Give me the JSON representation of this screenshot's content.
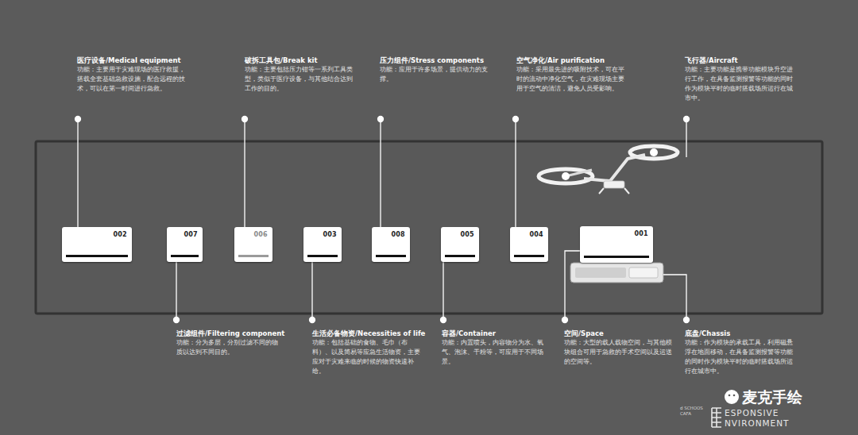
{
  "diagram": {
    "nodes": [
      {
        "text": [
          "002"
        ]
      },
      {
        "text": [
          "007"
        ]
      },
      {
        "text": [
          "006"
        ]
      },
      {
        "text": [
          "003"
        ]
      },
      {
        "text": [
          "008"
        ]
      },
      {
        "text": [
          "005"
        ]
      },
      {
        "text": [
          "004"
        ]
      },
      {
        "text": [
          "001"
        ]
      }
    ],
    "labels": [
      "医疗设备/Medical equipment",
      "功能：主要用于灾难现场的医疗救援，搭载全套基础急救设施，配合远程的技术，可以在第一时间进行急救。",
      "破拆工具包/Break kit",
      "功能：主要包括压力钳等一系列工具类型，类似于医疗设备，与其他结合达到工作的目的。",
      "压力组件/Stress components",
      "功能：应用于许多场景，提供动力的支撑。",
      "空气净化/Air purification",
      "功能：采用最先进的吸附技术，可在平时的流动中净化空气，在灾难现场主要用于空气的清洁，避免人员受影响。",
      "飞行器/Aircraft",
      "功能：主要功能是携带功能模块升空进行工作，在具备监测报警等功能的同时作为模块平时的临时搭载场所运行在城市中。",
      "过滤组件/Filtering component",
      "功能：分为多层，分别过滤不同的物质以达到不同目的。",
      "生活必备物资/Necessities of life",
      "功能：包括基础的食物、毛巾（布料）、以及简易等应急生活物资，主要应对于灾难来临的时候的物资快速补给。",
      "容器/Container",
      "功能：内置喷头，内容物分为水、氧气、泡沫、干粉等，可应用于不同场景。",
      "空间/Space",
      "功能：大型的载人载物空间，与其他模块组合可用于急救的手术空间以及运送的空间等。",
      "底盘/Chassis",
      "功能：作为模块的承载工具，利用磁悬浮在地面移动，在具备监测报警等功能的同时作为模块平时的临时搭载场所运行在城市中。",
      "d SCHOOS CAFA",
      "ESPONSIVE",
      "NVIRONMENT",
      "麦克手绘"
    ]
  }
}
